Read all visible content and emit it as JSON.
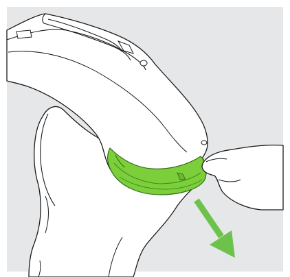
{
  "illustration": {
    "subject": "hearing-aid-battery-door-removal",
    "background_panel_color": "#e6e7e8",
    "outline_color": "#1a1a1a",
    "device_fill_color": "#ffffff",
    "highlight_color": "#7ccf3a",
    "highlight_dark_color": "#3f8e1c",
    "arrow_color": "#6cc24a",
    "icons": [
      "hearing-aid",
      "battery-door",
      "finger",
      "thumb",
      "direction-arrow"
    ]
  }
}
